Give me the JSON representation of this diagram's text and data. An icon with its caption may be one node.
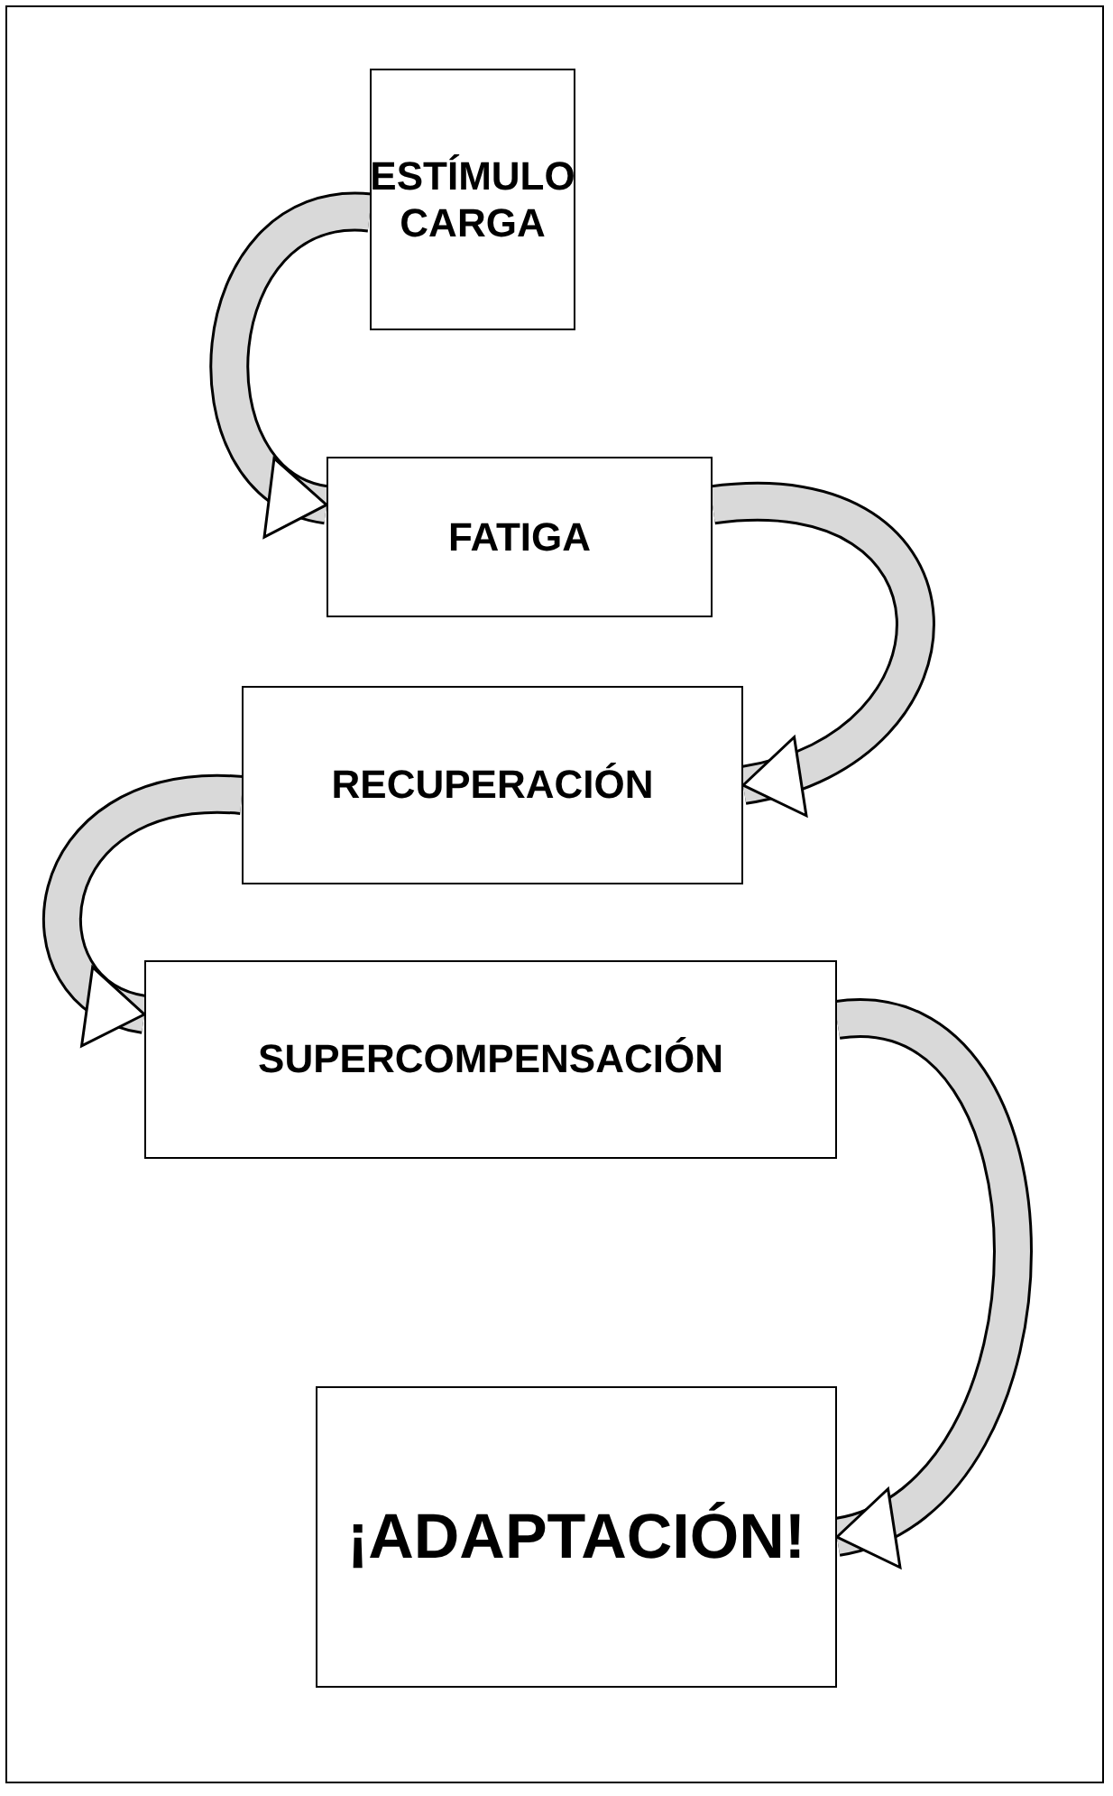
{
  "diagram": {
    "nodes": [
      {
        "text": [
          "ESTÍMULO CARGA"
        ]
      },
      {
        "text": [
          "FATIGA"
        ]
      },
      {
        "text": [
          "RECUPERACIÓN"
        ]
      },
      {
        "text": [
          "SUPERCOMPENSACIÓN"
        ]
      },
      {
        "text": [
          "¡ADAPTACIÓN!"
        ]
      }
    ],
    "edges": [
      {
        "from": 0,
        "to": 1,
        "arrow": "to"
      },
      {
        "from": 1,
        "to": 2,
        "arrow": "to"
      },
      {
        "from": 2,
        "to": 3,
        "arrow": "to"
      },
      {
        "from": 3,
        "to": 4,
        "arrow": "to"
      }
    ]
  }
}
